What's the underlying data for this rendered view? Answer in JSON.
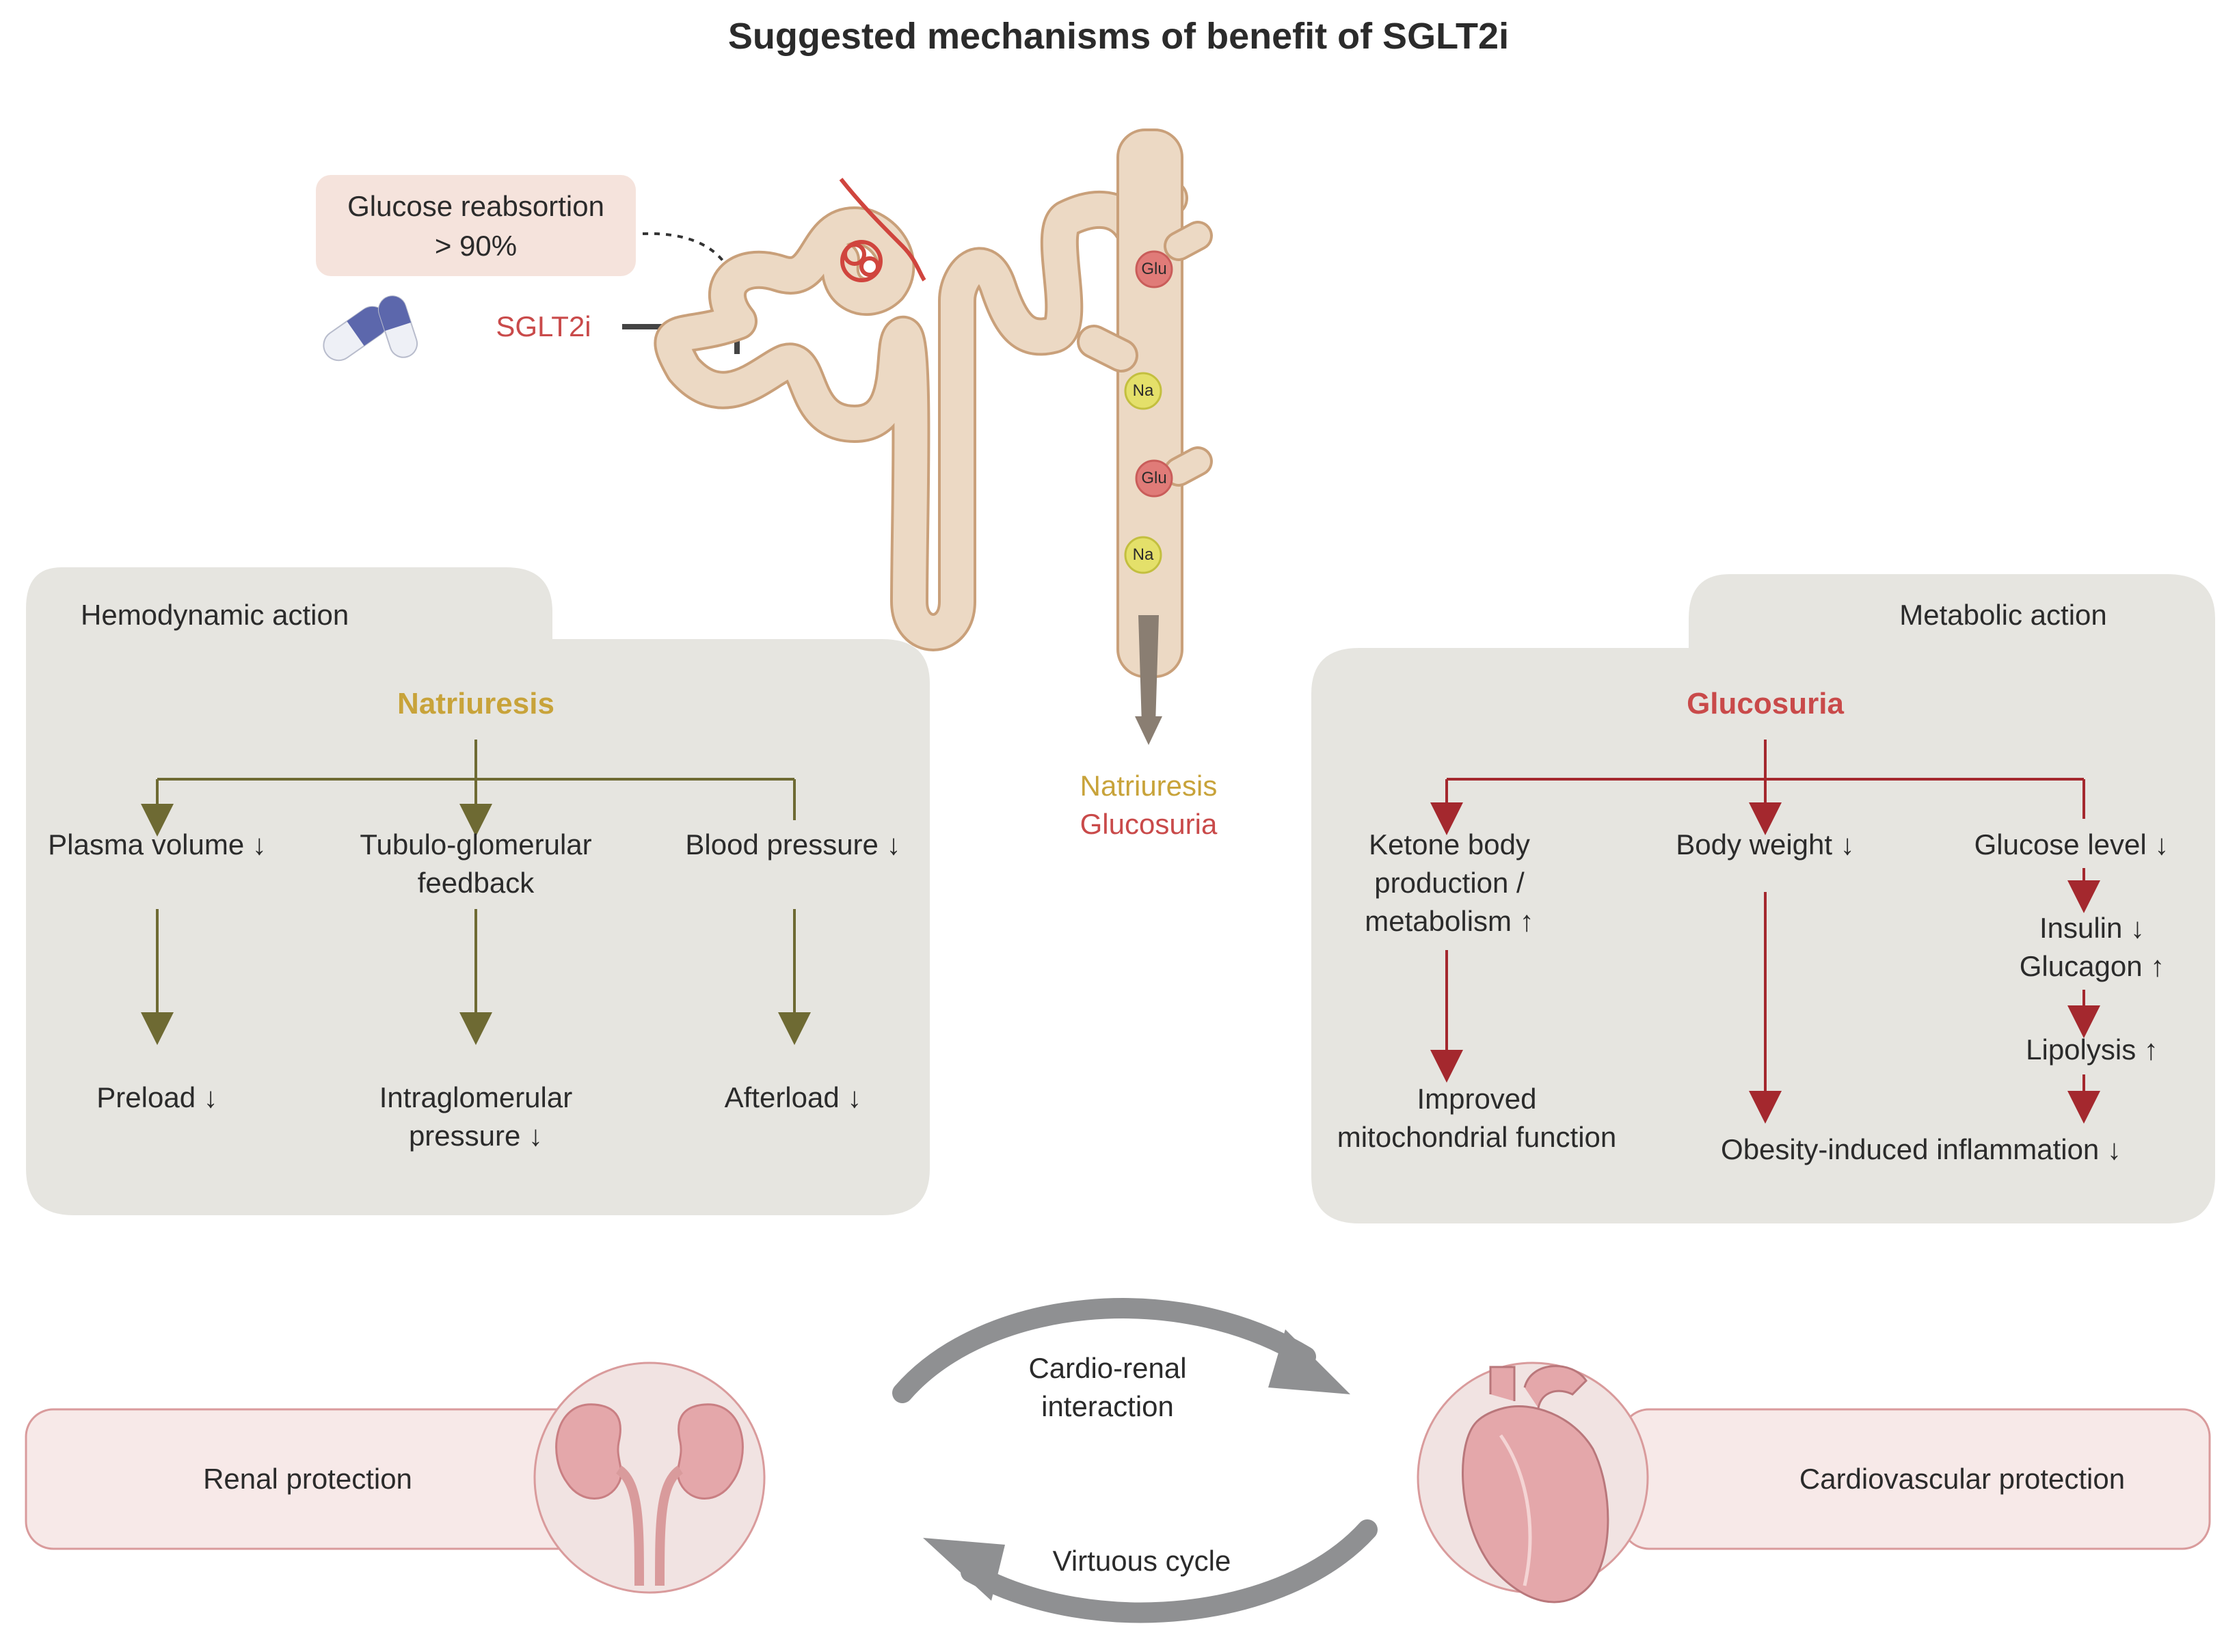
{
  "title": "Suggested mechanisms of benefit of SGLT2i",
  "kidney": {
    "reabsorption_line1": "Glucose reabsortion",
    "reabsorption_line2": "> 90%",
    "drug_label": "SGLT2i",
    "glu": "Glu",
    "na": "Na",
    "out_natriuresis": "Natriuresis",
    "out_glucosuria": "Glucosuria"
  },
  "hemodynamic": {
    "tab": "Hemodynamic action",
    "header": "Natriuresis",
    "col1_top": "Plasma volume ↓",
    "col2_top_line1": "Tubulo-glomerular",
    "col2_top_line2": "feedback",
    "col3_top": "Blood pressure ↓",
    "col1_bottom": "Preload ↓",
    "col2_bottom_line1": "Intraglomerular",
    "col2_bottom_line2": "pressure ↓",
    "col3_bottom": "Afterload ↓"
  },
  "metabolic": {
    "tab": "Metabolic action",
    "header": "Glucosuria",
    "col1_line1": "Ketone body",
    "col1_line2": "production /",
    "col1_line3": "metabolism ↑",
    "col2": "Body weight ↓",
    "col3": "Glucose level ↓",
    "insulin": "Insulin ↓",
    "glucagon": "Glucagon ↑",
    "lipolysis": "Lipolysis ↑",
    "col1_bottom_line1": "Improved",
    "col1_bottom_line2": "mitochondrial function",
    "inflammation": "Obesity-induced inflammation ↓"
  },
  "bottom": {
    "renal": "Renal protection",
    "cardio": "Cardiovascular protection",
    "interaction_line1": "Cardio-renal",
    "interaction_line2": "interaction",
    "cycle": "Virtuous cycle"
  },
  "colors": {
    "panel": "#e6e5e0",
    "kidney": "#ecd9c4",
    "kidney_stroke": "#c9a07a",
    "olive": "#6e6a33",
    "crimson": "#a4282e",
    "pink_panel": "#f7e9e8",
    "pink_stroke": "#d99b9c",
    "arrow_grey": "#8f9092"
  }
}
